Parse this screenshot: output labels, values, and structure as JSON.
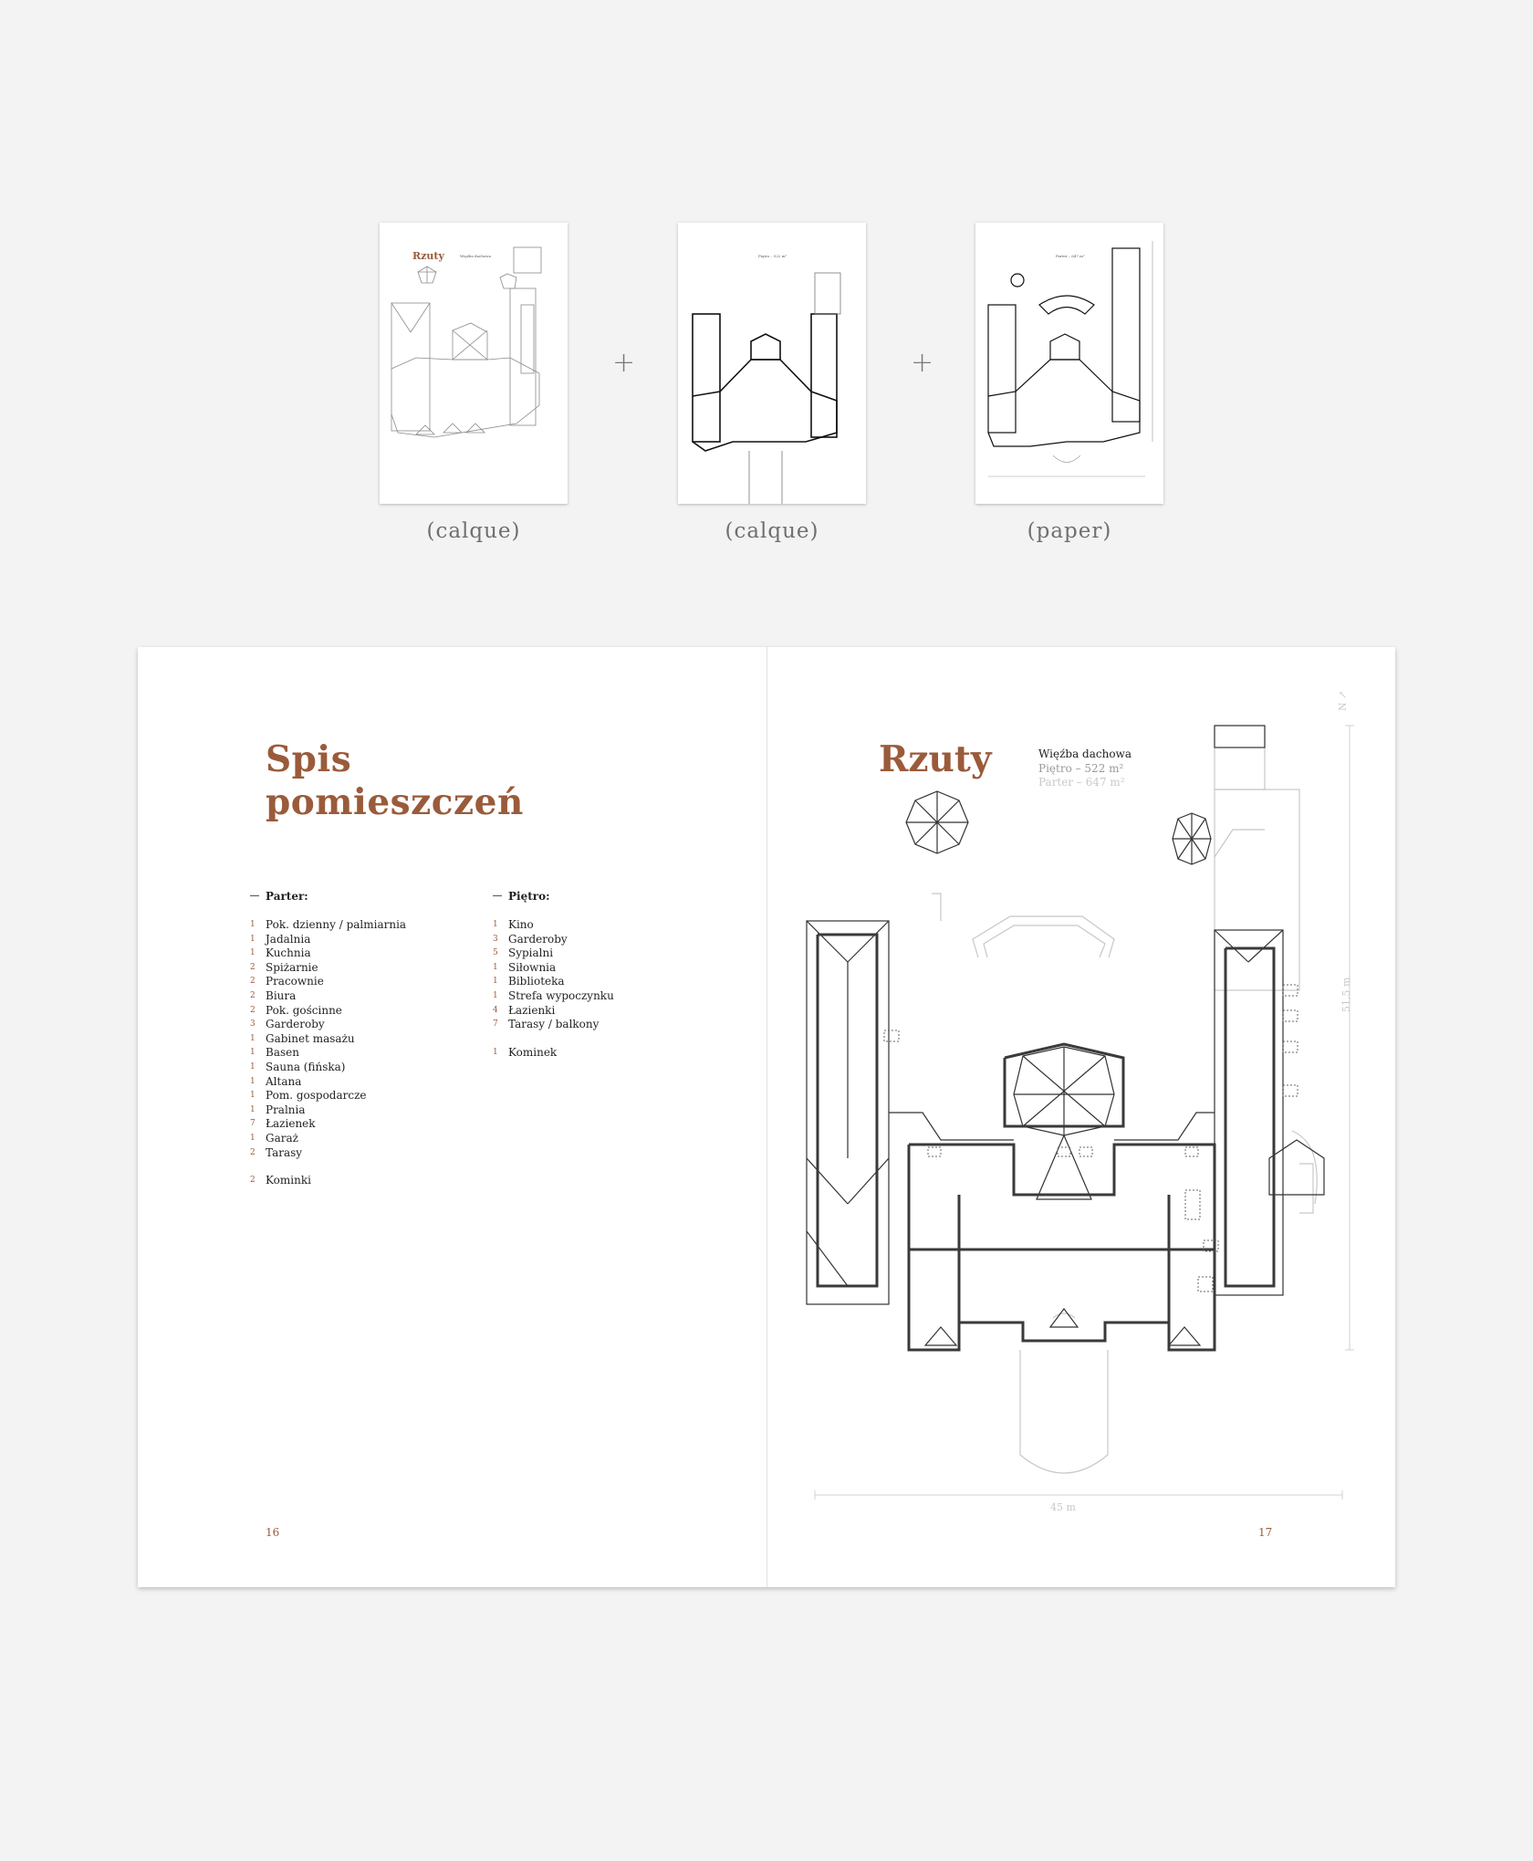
{
  "sheets": [
    {
      "caption": "(calque)",
      "mini_title": "Rzuty",
      "mini_sub": "Więźba dachowa"
    },
    {
      "caption": "(calque)",
      "mini_sub": "Piętro – 522 m²"
    },
    {
      "caption": "(paper)",
      "mini_sub": "Parter – 647 m²"
    }
  ],
  "plus_symbol": "+",
  "left_page": {
    "title_line1": "Spis",
    "title_line2": "pomieszczeń",
    "page_number": "16",
    "parter": {
      "heading": "Parter:",
      "items": [
        {
          "qty": "1",
          "label": "Pok. dzienny / palmiarnia"
        },
        {
          "qty": "1",
          "label": "Jadalnia"
        },
        {
          "qty": "1",
          "label": "Kuchnia"
        },
        {
          "qty": "2",
          "label": "Spiżarnie"
        },
        {
          "qty": "2",
          "label": "Pracownie"
        },
        {
          "qty": "2",
          "label": "Biura"
        },
        {
          "qty": "2",
          "label": "Pok. gościnne"
        },
        {
          "qty": "3",
          "label": "Garderoby"
        },
        {
          "qty": "1",
          "label": "Gabinet masażu"
        },
        {
          "qty": "1",
          "label": "Basen"
        },
        {
          "qty": "1",
          "label": "Sauna (fińska)"
        },
        {
          "qty": "1",
          "label": "Altana"
        },
        {
          "qty": "1",
          "label": "Pom. gospodarcze"
        },
        {
          "qty": "1",
          "label": "Pralnia"
        },
        {
          "qty": "7",
          "label": "Łazienek"
        },
        {
          "qty": "1",
          "label": "Garaż"
        },
        {
          "qty": "2",
          "label": "Tarasy"
        }
      ],
      "extra": {
        "qty": "2",
        "label": "Kominki"
      }
    },
    "pietro": {
      "heading": "Piętro:",
      "items": [
        {
          "qty": "1",
          "label": "Kino"
        },
        {
          "qty": "3",
          "label": "Garderoby"
        },
        {
          "qty": "5",
          "label": "Sypialni"
        },
        {
          "qty": "1",
          "label": "Siłownia"
        },
        {
          "qty": "1",
          "label": "Biblioteka"
        },
        {
          "qty": "1",
          "label": "Strefa wypoczynku"
        },
        {
          "qty": "4",
          "label": "Łazienki"
        },
        {
          "qty": "7",
          "label": "Tarasy / balkony"
        }
      ],
      "extra": {
        "qty": "1",
        "label": "Kominek"
      }
    }
  },
  "right_page": {
    "title": "Rzuty",
    "legend_roof": "Więźba dachowa",
    "legend_floor": "Piętro – 522 m²",
    "legend_ground": "Parter – 647 m²",
    "dim_width": "45 m",
    "dim_height": "51,5 m",
    "north": "N ↗",
    "page_number": "17"
  },
  "colors": {
    "accent": "#9a5b3b",
    "background": "#f3f3f3"
  }
}
